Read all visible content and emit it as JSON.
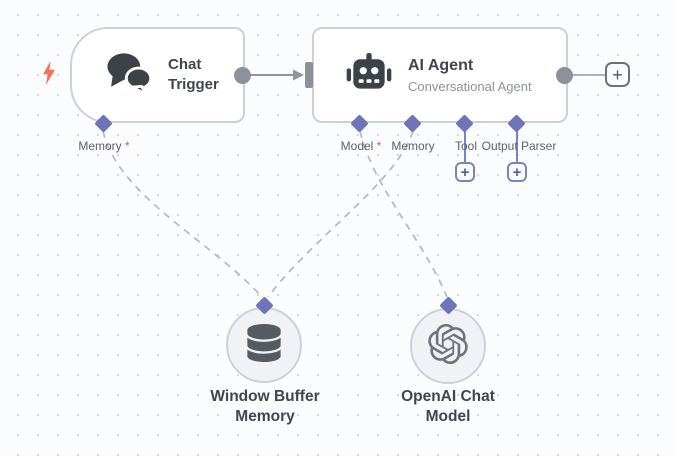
{
  "colors": {
    "canvas_bg": "#fbfcfe",
    "dot": "#d6d9e5",
    "node_bg": "#ffffff",
    "node_border": "#cdd0dc",
    "title_text": "#41454f",
    "subtitle_text": "#8e929b",
    "gray_endpoint": "#8d9199",
    "gray_connector": "#8f939b",
    "port_diamond": "#6f74b8",
    "purple_line": "#7d82be",
    "purple_glyph": "#595e8a",
    "plus_gray": "#6d717b",
    "plus_gray_glyph": "#50545c",
    "port_label": "#5d616e",
    "required_asterisk": "#ea4b4b",
    "dashed_line": "#b7bbc7",
    "lightning": "#ff6d5a",
    "icon_dark": "#3d4249",
    "circle_node_bg": "#f1f2f6"
  },
  "nodes": {
    "chat_trigger": {
      "title": "Chat Trigger",
      "ports": {
        "memory": {
          "label": "Memory",
          "required": "*"
        }
      }
    },
    "ai_agent": {
      "title": "AI Agent",
      "subtitle": "Conversational Agent",
      "ports": {
        "model": {
          "label": "Model",
          "required": "*"
        },
        "memory": {
          "label": "Memory"
        },
        "tool": {
          "label": "Tool"
        },
        "output_parser": {
          "label": "Output Parser"
        }
      }
    },
    "window_buffer_memory": {
      "title": "Window Buffer Memory"
    },
    "openai_chat_model": {
      "title": "OpenAI Chat Model"
    }
  },
  "buttons": {
    "add_next_node": "+",
    "add_tool": "+",
    "add_output_parser": "+"
  },
  "edges": [
    {
      "from": "chat_trigger.output",
      "to": "ai_agent.input",
      "style": "solid-arrow"
    },
    {
      "from": "ai_agent.output",
      "to": "add-next-node-button",
      "style": "solid"
    },
    {
      "from": "ai_agent.tool",
      "to": "add-tool-button",
      "style": "solid-purple"
    },
    {
      "from": "ai_agent.output_parser",
      "to": "add-output-parser-button",
      "style": "solid-purple"
    },
    {
      "from": "window_buffer_memory",
      "to": "chat_trigger.memory",
      "style": "dashed"
    },
    {
      "from": "window_buffer_memory",
      "to": "ai_agent.memory",
      "style": "dashed"
    },
    {
      "from": "openai_chat_model",
      "to": "ai_agent.model",
      "style": "dashed"
    }
  ]
}
